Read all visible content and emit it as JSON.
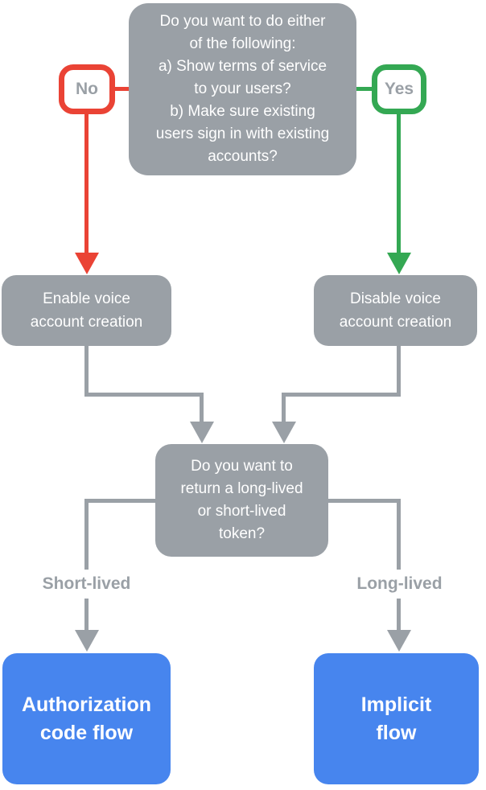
{
  "diagram": {
    "title_semantic": "account-linking-decision-flowchart",
    "question1": "Do you want to do either\nof the following:\na) Show terms of service\nto your users?\nb) Make sure existing\nusers sign in with existing\naccounts?",
    "no_badge": "No",
    "yes_badge": "Yes",
    "enable_node": "Enable voice\naccount creation",
    "disable_node": "Disable voice\naccount creation",
    "question2": "Do you want to\nreturn a long-lived\nor short-lived\ntoken?",
    "short_lived_label": "Short-lived",
    "long_lived_label": "Long-lived",
    "authorization_node": "Authorization\ncode flow",
    "implicit_node": "Implicit\nflow",
    "colors": {
      "node_gray": "#9AA0A6",
      "no_red": "#EA4335",
      "yes_green": "#34A853",
      "result_blue": "#4785EE",
      "node_text": "#FFFFFF",
      "label_text": "#9AA0A6",
      "background": "#FFFFFF"
    }
  }
}
